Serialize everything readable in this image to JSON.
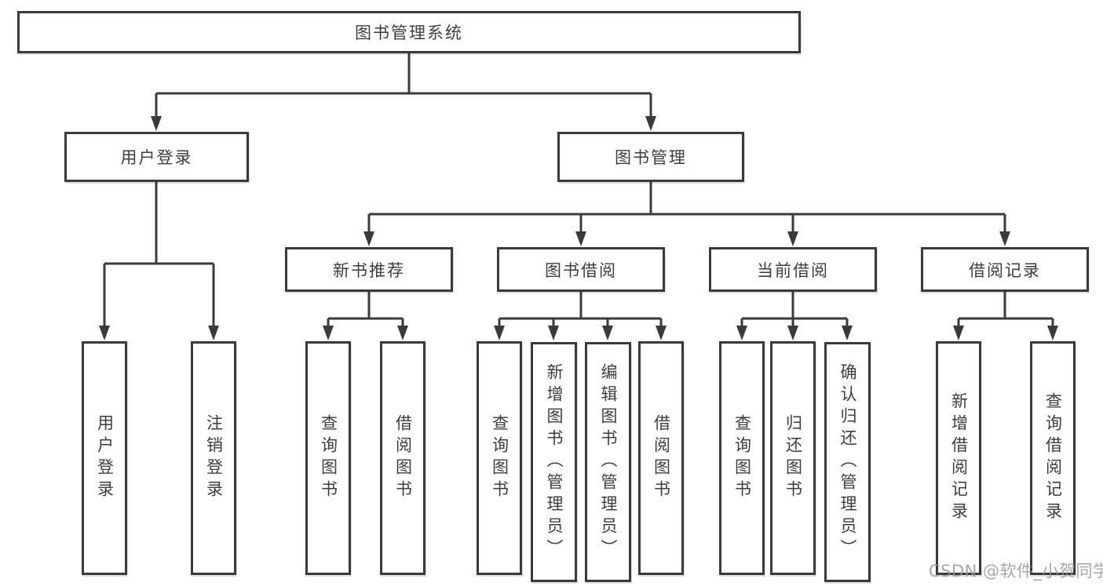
{
  "diagram_title": "图书管理系统",
  "colors": {
    "line": "#3a3a3a",
    "box_border": "#3a3a3a",
    "text": "#3d3d3d",
    "watermark": "#96969b",
    "background": "#ffffff"
  },
  "tree": {
    "root": {
      "label": "图书管理系统"
    },
    "branches": [
      {
        "label": "用户登录",
        "leaves": [
          "用户登录",
          "注销登录"
        ]
      },
      {
        "label": "图书管理",
        "groups": [
          {
            "label": "新书推荐",
            "leaves": [
              "查询图书",
              "借阅图书"
            ]
          },
          {
            "label": "图书借阅",
            "leaves": [
              "查询图书",
              "新增图书（管理员）",
              "编辑图书（管理员）",
              "借阅图书"
            ]
          },
          {
            "label": "当前借阅",
            "leaves": [
              "查询图书",
              "归还图书",
              "确认归还（管理员）"
            ]
          },
          {
            "label": "借阅记录",
            "leaves": [
              "新增借阅记录",
              "查询借阅记录"
            ]
          }
        ]
      }
    ]
  },
  "watermark": "CSDN @软件_小贺同学"
}
